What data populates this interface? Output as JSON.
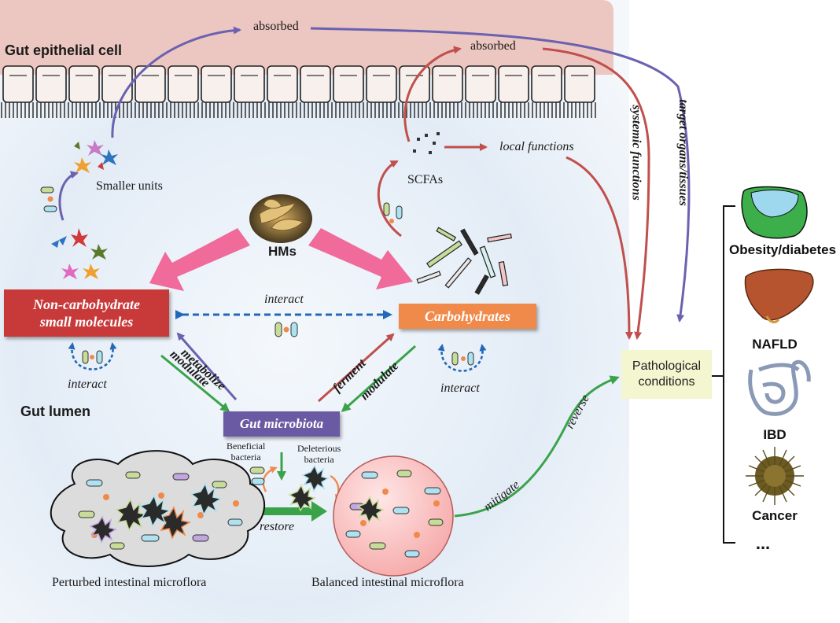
{
  "header": {
    "cell_label": "Gut epithelial cell"
  },
  "lumen_label": "Gut lumen",
  "center": {
    "hms_label": "HMs"
  },
  "boxes": {
    "noncarb_line1": "Non-carbohydrate",
    "noncarb_line2": "small molecules",
    "carbohydrates": "Carbohydrates",
    "microbiota": "Gut microbiota",
    "pathological_line1": "Pathological",
    "pathological_line2": "conditions"
  },
  "labels": {
    "absorbed_left": "absorbed",
    "absorbed_right": "absorbed",
    "smaller_units": "Smaller units",
    "scfas": "SCFAs",
    "local_functions": "local functions",
    "systemic_functions": "systemic functions",
    "target_organs": "target organs/tissues",
    "interact_top": "interact",
    "interact_left": "interact",
    "interact_right": "interact",
    "metabolize": "metabolize",
    "modulate_left": "modulate",
    "ferment": "ferment",
    "modulate_right": "modulate",
    "beneficial_line1": "Beneficial",
    "beneficial_line2": "bacteria",
    "deleterious_line1": "Deleterious",
    "deleterious_line2": "bacteria",
    "restore": "restore",
    "mitigate": "mitigate",
    "reverse": "reverse",
    "perturbed": "Perturbed intestinal microflora",
    "balanced": "Balanced intestinal microflora"
  },
  "diseases": [
    "Obesity/diabetes",
    "NAFLD",
    "IBD",
    "Cancer",
    "..."
  ],
  "icons": [
    "liver-icon",
    "intestine-icon",
    "stomach-icon",
    "cancer-cell-icon",
    "herbal-medicine-icon"
  ],
  "colors": {
    "epithelium": "#ecc6c0",
    "lumen": "#dfe9f4",
    "noncarb_box": "#c83a3a",
    "carb_box": "#f08a4b",
    "microbiota_box": "#6a5aa3",
    "pathological_box": "#f3f6cf",
    "pink_arrow": "#f06a9a",
    "purple_arrow": "#6a62b0",
    "red_arrow": "#c0504d",
    "green_arrow": "#3aa34a",
    "blue_dashed": "#2368b8"
  }
}
